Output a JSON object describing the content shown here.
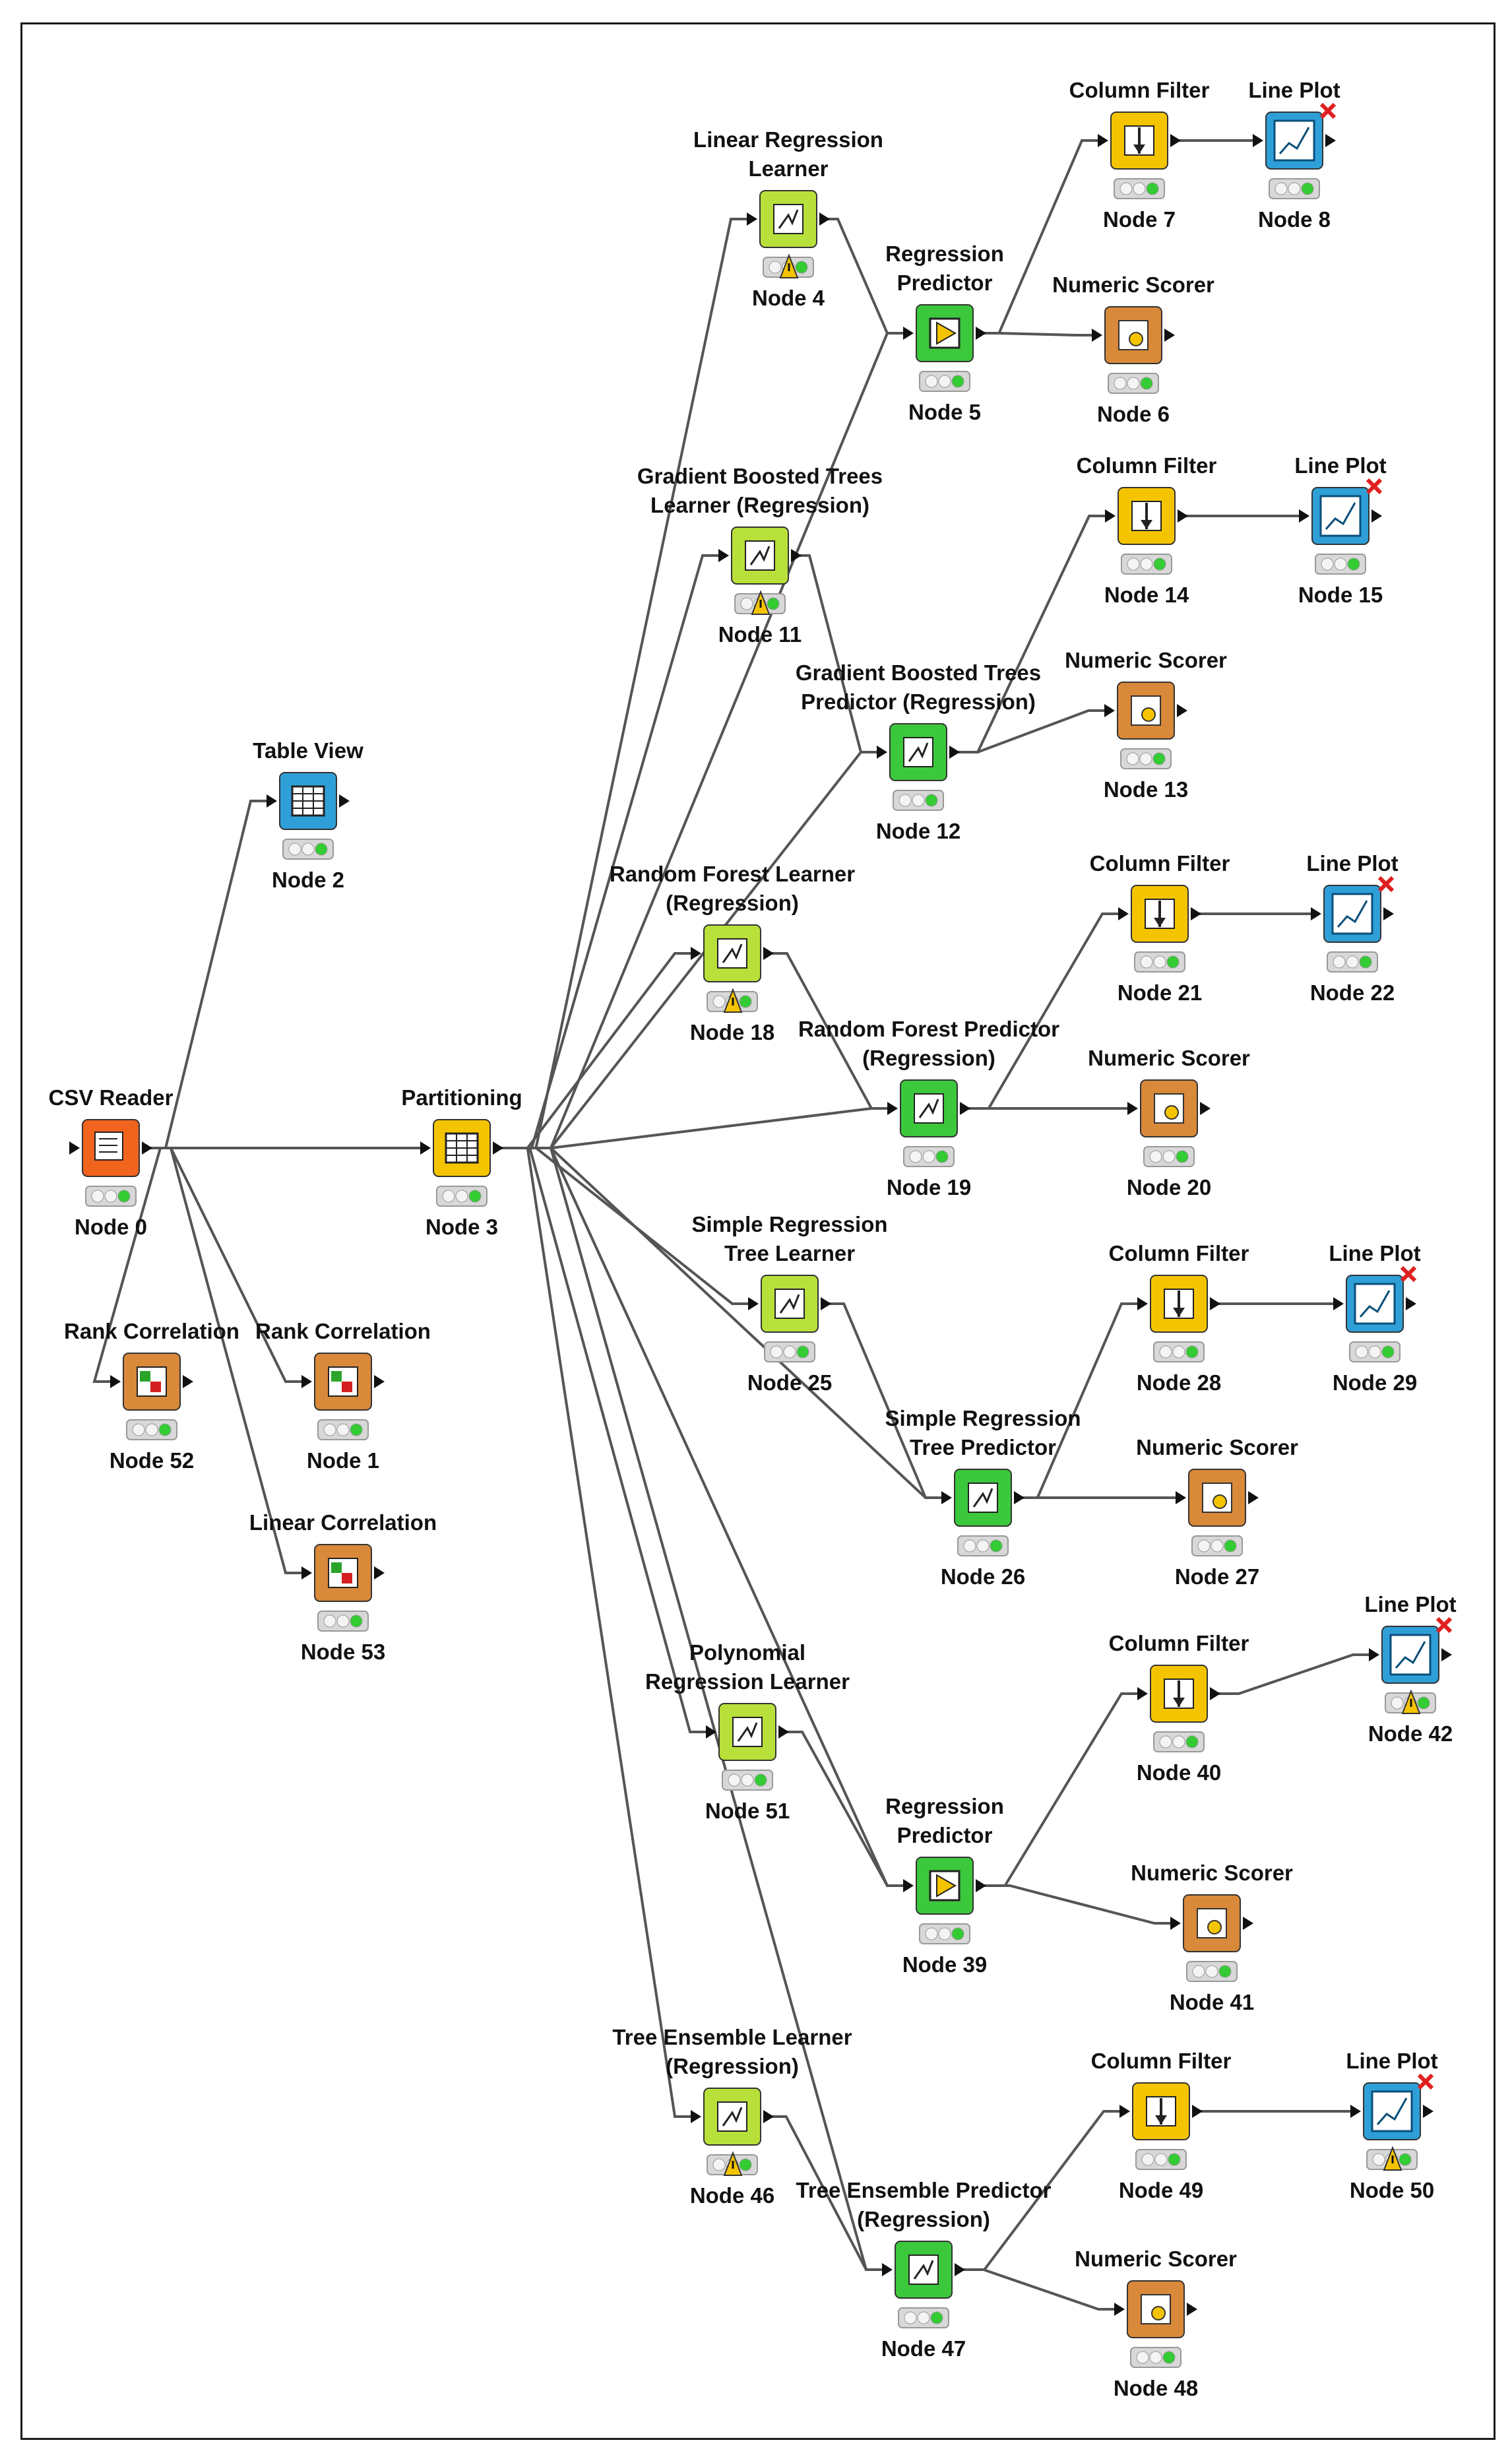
{
  "colors": {
    "source": "#f0641e",
    "manipulator": "#f5c400",
    "learner": "#b8e03a",
    "predictor": "#3cc83c",
    "view": "#2f9fd8",
    "other": "#d9893a",
    "edge": "#555555",
    "status_ok": "#33cc33",
    "warning": "#f5c400",
    "error": "#e02020"
  },
  "nodes": [
    {
      "id": "n0",
      "title": [
        "CSV Reader"
      ],
      "label": "Node 0",
      "type": "source",
      "icon": "csv-reader-icon",
      "status": "ok"
    },
    {
      "id": "n2",
      "title": [
        "Table View"
      ],
      "label": "Node 2",
      "type": "view",
      "icon": "table-view-icon",
      "status": "ok"
    },
    {
      "id": "n3",
      "title": [
        "Partitioning"
      ],
      "label": "Node 3",
      "type": "manipulator",
      "icon": "partitioning-icon",
      "status": "ok"
    },
    {
      "id": "n52",
      "title": [
        "Rank Correlation"
      ],
      "label": "Node 52",
      "type": "other",
      "icon": "rank-correlation-icon",
      "status": "ok"
    },
    {
      "id": "n1",
      "title": [
        "Rank Correlation"
      ],
      "label": "Node 1",
      "type": "other",
      "icon": "rank-correlation-icon",
      "status": "ok"
    },
    {
      "id": "n53",
      "title": [
        "Linear Correlation"
      ],
      "label": "Node 53",
      "type": "other",
      "icon": "linear-correlation-icon",
      "status": "ok"
    },
    {
      "id": "n4",
      "title": [
        "Linear Regression",
        "Learner"
      ],
      "label": "Node 4",
      "type": "learner",
      "icon": "linear-regression-icon",
      "status": "warn"
    },
    {
      "id": "n5",
      "title": [
        "Regression",
        "Predictor"
      ],
      "label": "Node 5",
      "type": "predictor",
      "icon": "predictor-icon",
      "status": "ok"
    },
    {
      "id": "n7",
      "title": [
        "Column Filter"
      ],
      "label": "Node 7",
      "type": "manipulator",
      "icon": "column-filter-icon",
      "status": "ok"
    },
    {
      "id": "n8",
      "title": [
        "Line Plot"
      ],
      "label": "Node 8",
      "type": "view",
      "icon": "line-plot-icon",
      "status": "ok",
      "error": true
    },
    {
      "id": "n6",
      "title": [
        "Numeric Scorer"
      ],
      "label": "Node 6",
      "type": "other",
      "icon": "numeric-scorer-icon",
      "status": "ok"
    },
    {
      "id": "n11",
      "title": [
        "Gradient Boosted Trees",
        "Learner (Regression)"
      ],
      "label": "Node 11",
      "type": "learner",
      "icon": "tree-learner-icon",
      "status": "warn"
    },
    {
      "id": "n12",
      "title": [
        "Gradient Boosted Trees",
        "Predictor (Regression)"
      ],
      "label": "Node 12",
      "type": "predictor",
      "icon": "tree-predictor-icon",
      "status": "ok"
    },
    {
      "id": "n14",
      "title": [
        "Column Filter"
      ],
      "label": "Node 14",
      "type": "manipulator",
      "icon": "column-filter-icon",
      "status": "ok"
    },
    {
      "id": "n15",
      "title": [
        "Line Plot"
      ],
      "label": "Node 15",
      "type": "view",
      "icon": "line-plot-icon",
      "status": "ok",
      "error": true
    },
    {
      "id": "n13",
      "title": [
        "Numeric Scorer"
      ],
      "label": "Node 13",
      "type": "other",
      "icon": "numeric-scorer-icon",
      "status": "ok"
    },
    {
      "id": "n18",
      "title": [
        "Random Forest Learner",
        "(Regression)"
      ],
      "label": "Node 18",
      "type": "learner",
      "icon": "tree-learner-icon",
      "status": "warn"
    },
    {
      "id": "n19",
      "title": [
        "Random Forest Predictor",
        "(Regression)"
      ],
      "label": "Node 19",
      "type": "predictor",
      "icon": "tree-predictor-icon",
      "status": "ok"
    },
    {
      "id": "n21",
      "title": [
        "Column Filter"
      ],
      "label": "Node 21",
      "type": "manipulator",
      "icon": "column-filter-icon",
      "status": "ok"
    },
    {
      "id": "n22",
      "title": [
        "Line Plot"
      ],
      "label": "Node 22",
      "type": "view",
      "icon": "line-plot-icon",
      "status": "ok",
      "error": true
    },
    {
      "id": "n20",
      "title": [
        "Numeric Scorer"
      ],
      "label": "Node 20",
      "type": "other",
      "icon": "numeric-scorer-icon",
      "status": "ok"
    },
    {
      "id": "n25",
      "title": [
        "Simple Regression",
        "Tree Learner"
      ],
      "label": "Node 25",
      "type": "learner",
      "icon": "simple-tree-learner-icon",
      "status": "ok"
    },
    {
      "id": "n26",
      "title": [
        "Simple Regression",
        "Tree Predictor"
      ],
      "label": "Node 26",
      "type": "predictor",
      "icon": "simple-tree-predictor-icon",
      "status": "ok"
    },
    {
      "id": "n28",
      "title": [
        "Column Filter"
      ],
      "label": "Node 28",
      "type": "manipulator",
      "icon": "column-filter-icon",
      "status": "ok"
    },
    {
      "id": "n29",
      "title": [
        "Line Plot"
      ],
      "label": "Node 29",
      "type": "view",
      "icon": "line-plot-icon",
      "status": "ok",
      "error": true
    },
    {
      "id": "n27",
      "title": [
        "Numeric Scorer"
      ],
      "label": "Node 27",
      "type": "other",
      "icon": "numeric-scorer-icon",
      "status": "ok"
    },
    {
      "id": "n51",
      "title": [
        "Polynomial",
        "Regression Learner"
      ],
      "label": "Node 51",
      "type": "learner",
      "icon": "polynomial-learner-icon",
      "status": "ok"
    },
    {
      "id": "n39",
      "title": [
        "Regression",
        "Predictor"
      ],
      "label": "Node 39",
      "type": "predictor",
      "icon": "predictor-icon",
      "status": "ok"
    },
    {
      "id": "n40",
      "title": [
        "Column Filter"
      ],
      "label": "Node 40",
      "type": "manipulator",
      "icon": "column-filter-icon",
      "status": "ok"
    },
    {
      "id": "n42",
      "title": [
        "Line Plot"
      ],
      "label": "Node 42",
      "type": "view",
      "icon": "line-plot-icon",
      "status": "warn",
      "error": true
    },
    {
      "id": "n41",
      "title": [
        "Numeric Scorer"
      ],
      "label": "Node 41",
      "type": "other",
      "icon": "numeric-scorer-icon",
      "status": "ok"
    },
    {
      "id": "n46",
      "title": [
        "Tree Ensemble Learner",
        "(Regression)"
      ],
      "label": "Node 46",
      "type": "learner",
      "icon": "tree-learner-icon",
      "status": "warn"
    },
    {
      "id": "n47",
      "title": [
        "Tree Ensemble Predictor",
        "(Regression)"
      ],
      "label": "Node 47",
      "type": "predictor",
      "icon": "tree-predictor-icon",
      "status": "ok"
    },
    {
      "id": "n49",
      "title": [
        "Column Filter"
      ],
      "label": "Node 49",
      "type": "manipulator",
      "icon": "column-filter-icon",
      "status": "ok"
    },
    {
      "id": "n50",
      "title": [
        "Line Plot"
      ],
      "label": "Node 50",
      "type": "view",
      "icon": "line-plot-icon",
      "status": "warn",
      "error": true
    },
    {
      "id": "n48",
      "title": [
        "Numeric Scorer"
      ],
      "label": "Node 48",
      "type": "other",
      "icon": "numeric-scorer-icon",
      "status": "ok"
    }
  ],
  "edges": [
    [
      "n0",
      "n2"
    ],
    [
      "n0",
      "n3"
    ],
    [
      "n0",
      "n52"
    ],
    [
      "n0",
      "n1"
    ],
    [
      "n0",
      "n53"
    ],
    [
      "n3",
      "n4"
    ],
    [
      "n3",
      "n5"
    ],
    [
      "n3",
      "n11"
    ],
    [
      "n3",
      "n12"
    ],
    [
      "n3",
      "n18"
    ],
    [
      "n3",
      "n19"
    ],
    [
      "n3",
      "n25"
    ],
    [
      "n3",
      "n26"
    ],
    [
      "n3",
      "n51"
    ],
    [
      "n3",
      "n39"
    ],
    [
      "n3",
      "n46"
    ],
    [
      "n3",
      "n47"
    ],
    [
      "n4",
      "n5"
    ],
    [
      "n5",
      "n7"
    ],
    [
      "n5",
      "n6"
    ],
    [
      "n7",
      "n8"
    ],
    [
      "n11",
      "n12"
    ],
    [
      "n12",
      "n14"
    ],
    [
      "n12",
      "n13"
    ],
    [
      "n14",
      "n15"
    ],
    [
      "n18",
      "n19"
    ],
    [
      "n19",
      "n21"
    ],
    [
      "n19",
      "n20"
    ],
    [
      "n21",
      "n22"
    ],
    [
      "n25",
      "n26"
    ],
    [
      "n26",
      "n28"
    ],
    [
      "n26",
      "n27"
    ],
    [
      "n28",
      "n29"
    ],
    [
      "n51",
      "n39"
    ],
    [
      "n39",
      "n40"
    ],
    [
      "n39",
      "n41"
    ],
    [
      "n40",
      "n42"
    ],
    [
      "n46",
      "n47"
    ],
    [
      "n47",
      "n49"
    ],
    [
      "n47",
      "n48"
    ],
    [
      "n49",
      "n50"
    ]
  ]
}
